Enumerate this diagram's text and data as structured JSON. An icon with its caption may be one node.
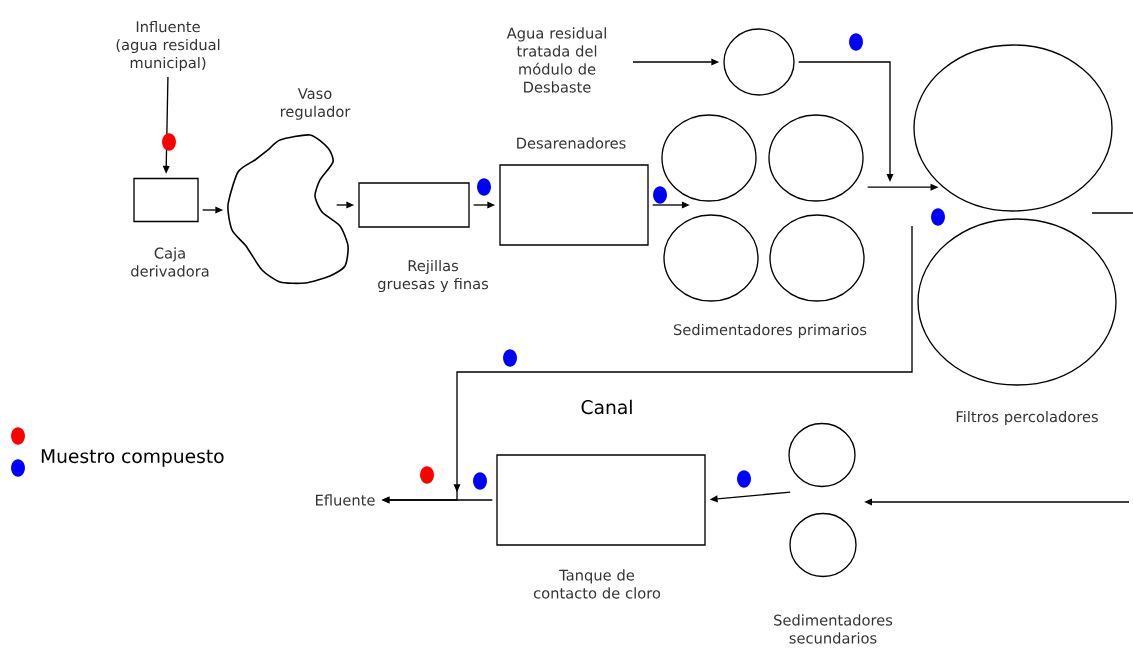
{
  "diagram": {
    "nodes": [
      {
        "text": [
          "Influente (agua residual municipal)"
        ]
      },
      {
        "text": [
          "Caja derivadora"
        ]
      },
      {
        "text": [
          "Vaso regulador"
        ]
      },
      {
        "text": [
          "Rejillas gruesas y finas"
        ]
      },
      {
        "text": [
          "Desarenadores"
        ]
      },
      {
        "text": [
          "Agua residual tratada del módulo de Desbaste"
        ]
      },
      {
        "text": [],
        "shape": "circle"
      },
      {
        "text": [],
        "shape": "circle"
      },
      {
        "text": [],
        "shape": "circle"
      },
      {
        "text": [],
        "shape": "circle"
      },
      {
        "text": [],
        "shape": "circle"
      },
      {
        "text": [],
        "shape": "circle"
      },
      {
        "text": [],
        "shape": "circle"
      },
      {
        "text": [],
        "shape": "circle"
      },
      {
        "text": [],
        "shape": "circle"
      },
      {
        "text": [
          "Tanque de contacto de cloro"
        ]
      },
      {
        "text": [
          "Efluente"
        ]
      }
    ],
    "edges": [
      {
        "from": 0,
        "to": 1,
        "arrow": "to"
      },
      {
        "from": 1,
        "to": 2,
        "arrow": "to"
      },
      {
        "from": 2,
        "to": 3,
        "arrow": "to"
      },
      {
        "from": 3,
        "to": 4,
        "arrow": "to"
      },
      {
        "from": 4,
        "to": 7,
        "arrow": "to"
      },
      {
        "from": 5,
        "to": 6,
        "arrow": "to"
      },
      {
        "from": 6,
        "to": null,
        "arrow": "to"
      },
      {
        "from": 8,
        "to": 11,
        "arrow": "to"
      },
      {
        "from": 12,
        "to": 16,
        "arrow": "to"
      },
      {
        "from": null,
        "to": 13,
        "arrow": "to"
      },
      {
        "from": 13,
        "to": 15,
        "arrow": "to"
      },
      {
        "from": 15,
        "to": 16,
        "arrow": "to"
      }
    ],
    "labels": [
      "Sedimentadores primarios",
      "Canal",
      "Filtros percoladores",
      "Sedimentadores secundarios"
    ],
    "legend": [
      {
        "text": "Muestro compuesto",
        "color": "#0000ff"
      }
    ]
  }
}
